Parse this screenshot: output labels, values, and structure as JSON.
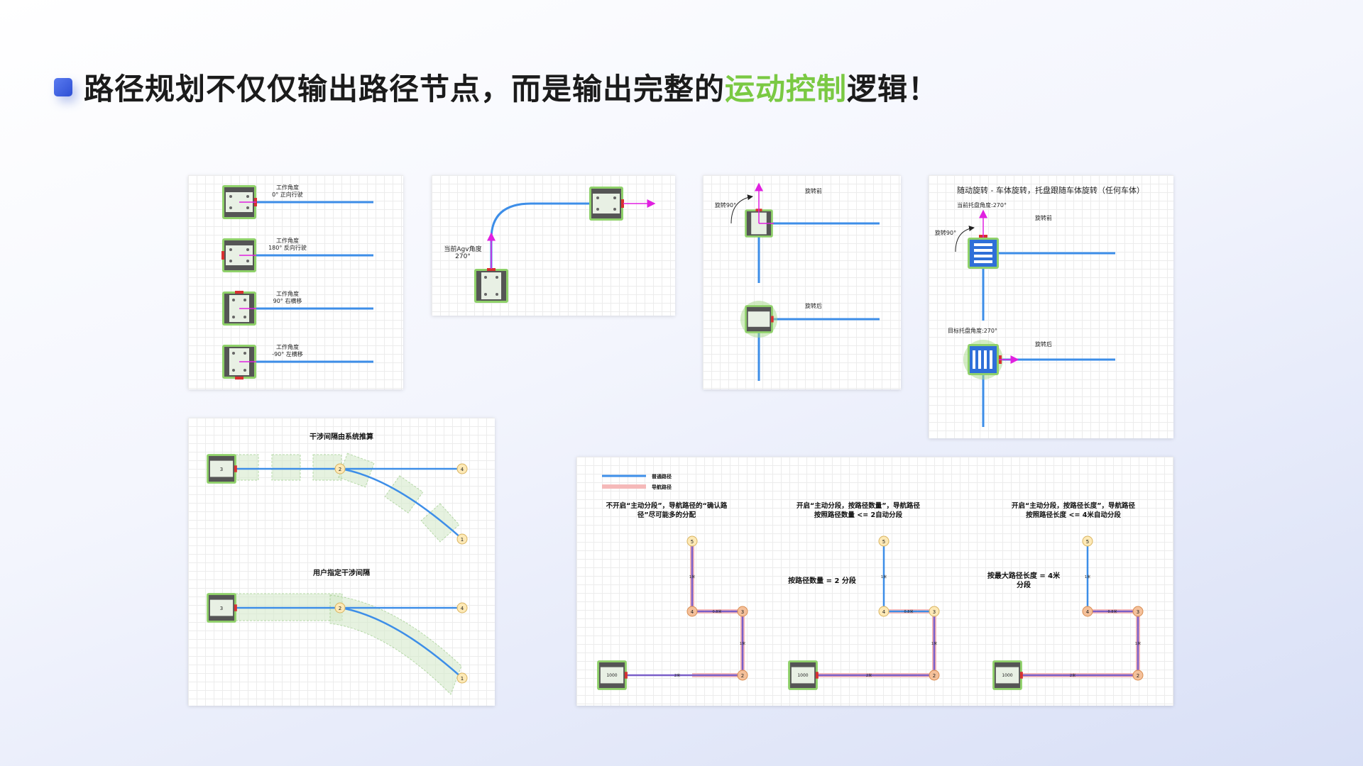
{
  "title": {
    "part1": "路径规划不仅仅输出路径节点，而是输出完整的",
    "highlight": "运动控制",
    "part2": "逻辑！"
  },
  "colors": {
    "accent_green": "#7ac943",
    "path_blue": "#3d8ee8",
    "nav_pink": "#f5b9b9",
    "agv_green": "#8fd16a",
    "arrow_magenta": "#e020e0"
  },
  "panel_angles": {
    "rows": [
      {
        "l1": "工作角度",
        "l2": "0° 正向行驶"
      },
      {
        "l1": "工作角度",
        "l2": "180° 反向行驶"
      },
      {
        "l1": "工作角度",
        "l2": "90° 右横移"
      },
      {
        "l1": "工作角度",
        "l2": "-90° 左横移"
      }
    ]
  },
  "panel_curve": {
    "l1": "当前Agv角度",
    "l2": "270°"
  },
  "panel_rotate": {
    "rotate_label": "旋转90°",
    "before": "旋转前",
    "after": "旋转后"
  },
  "panel_follow": {
    "title": "随动旋转 - 车体旋转，托盘跟随车体旋转（任何车体）",
    "current_angle": "当前托盘角度:270°",
    "rotate_label": "旋转90°",
    "before": "旋转前",
    "target_angle": "目标托盘角度:270°",
    "after": "旋转后"
  },
  "panel_interference": {
    "heading1": "干涉间隔由系统推算",
    "heading2": "用户指定干涉间隔",
    "nodes_top": [
      "3",
      "2",
      "4",
      "1"
    ],
    "nodes_bottom": [
      "3",
      "2",
      "4",
      "1"
    ]
  },
  "panel_segments": {
    "legend_normal": "普通路径",
    "legend_nav": "导航路径",
    "col1_title1": "不开启“主动分段”，导航路径的“确认路",
    "col1_title2": "径”尽可能多的分配",
    "col2_title1": "开启“主动分段，按路径数量”，导航路径",
    "col2_title2": "按照路径数量 <= 2自动分段",
    "col2_note": "按路径数量 = 2 分段",
    "col3_title1": "开启“主动分段，按路径长度”，导航路径",
    "col3_title2": "按照路径长度 <= 4米自动分段",
    "col3_note1": "按最大路径长度 = 4米",
    "col3_note2": "分段",
    "nodes": [
      "5",
      "4",
      "3",
      "2"
    ],
    "lengths": [
      "1米",
      "0.8米",
      "1米",
      "2米"
    ],
    "agv_label": "1000"
  }
}
